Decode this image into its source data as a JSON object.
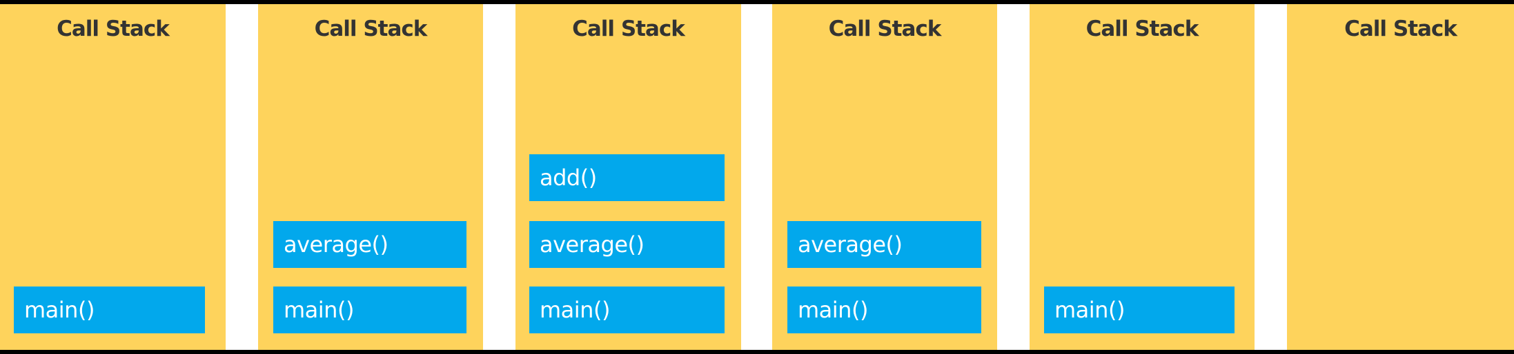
{
  "panels": [
    {
      "title": "Call Stack",
      "frames": [
        "main()"
      ]
    },
    {
      "title": "Call Stack",
      "frames": [
        "main()",
        "average()"
      ]
    },
    {
      "title": "Call Stack",
      "frames": [
        "main()",
        "average()",
        "add()"
      ]
    },
    {
      "title": "Call Stack",
      "frames": [
        "main()",
        "average()"
      ]
    },
    {
      "title": "Call Stack",
      "frames": [
        "main()"
      ]
    },
    {
      "title": "Call Stack",
      "frames": []
    }
  ],
  "colors": {
    "background": "#000000",
    "panel": "#FED35C",
    "gap": "#FFFFFF",
    "frame": "#02A8EC",
    "title_text": "#333333",
    "frame_text": "#FFFFFF"
  }
}
